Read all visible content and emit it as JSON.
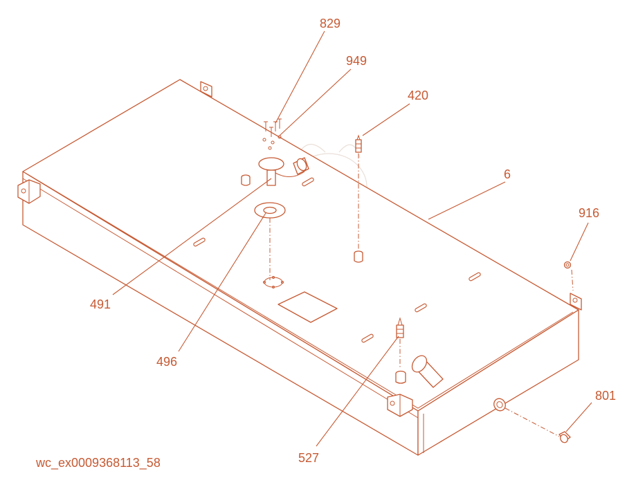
{
  "colors": {
    "line": "#c65a33",
    "background": "#ffffff",
    "watermark": "#eadfd8"
  },
  "callouts": {
    "c829": "829",
    "c949": "949",
    "c420": "420",
    "c6": "6",
    "c916": "916",
    "c491": "491",
    "c496": "496",
    "c527": "527",
    "c801": "801"
  },
  "drawing_id": "wc_ex0009368113_58"
}
